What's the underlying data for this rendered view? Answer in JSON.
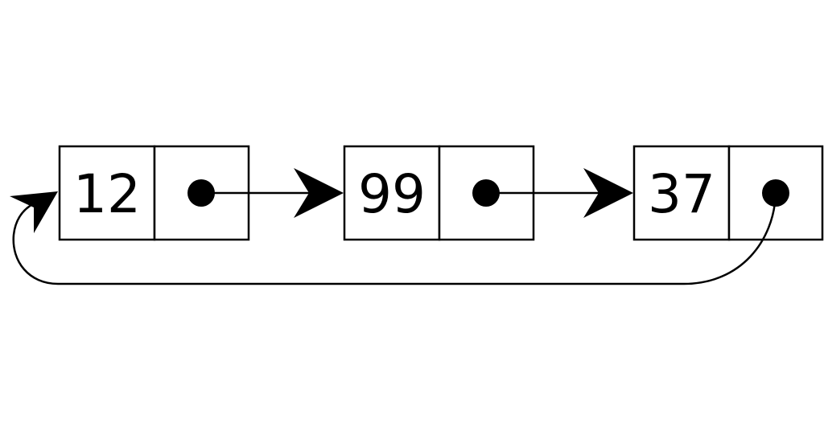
{
  "diagram": {
    "nodes": [
      {
        "value": "12"
      },
      {
        "value": "99"
      },
      {
        "value": "37"
      }
    ],
    "links": [
      {
        "from": 0,
        "to": 1
      },
      {
        "from": 1,
        "to": 2
      },
      {
        "from": 2,
        "to": 0
      }
    ]
  }
}
